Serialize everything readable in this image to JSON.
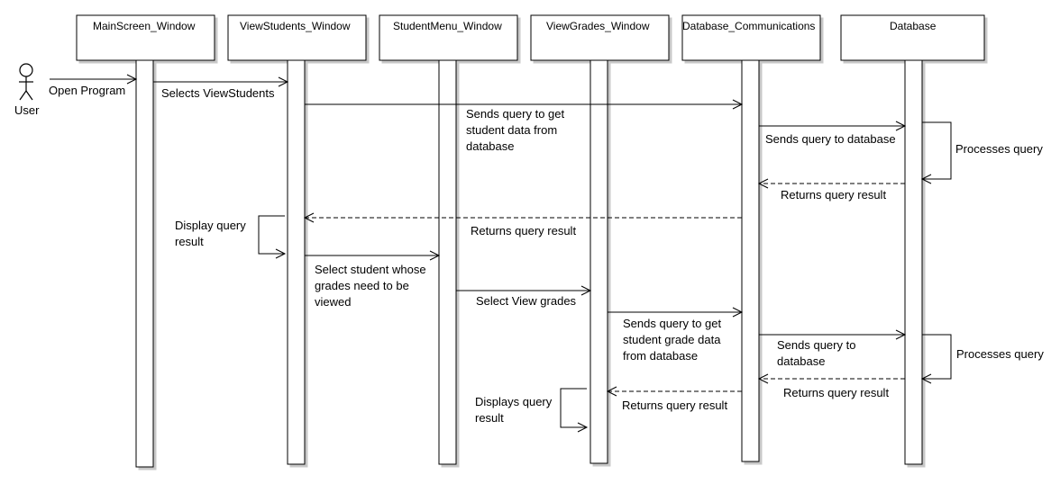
{
  "actor": {
    "name": "User"
  },
  "participants": [
    {
      "id": "main",
      "name": "MainScreen_Window"
    },
    {
      "id": "viewstudents",
      "name": "ViewStudents_Window"
    },
    {
      "id": "studentmenu",
      "name": "StudentMenu_Window"
    },
    {
      "id": "viewgrades",
      "name": "ViewGrades_Window"
    },
    {
      "id": "dbcomm",
      "name": "Database_Communications"
    },
    {
      "id": "db",
      "name": "Database"
    }
  ],
  "messages": [
    {
      "id": "m1",
      "from": "user",
      "to": "main",
      "kind": "sync",
      "text": [
        "Open Program"
      ]
    },
    {
      "id": "m2",
      "from": "main",
      "to": "viewstudents",
      "kind": "sync",
      "text": [
        "Selects ViewStudents"
      ]
    },
    {
      "id": "m3",
      "from": "viewstudents",
      "to": "dbcomm",
      "kind": "sync",
      "text": [
        "Sends query to get",
        "student data from",
        "database"
      ]
    },
    {
      "id": "m4",
      "from": "dbcomm",
      "to": "db",
      "kind": "sync",
      "text": [
        "Sends query to database"
      ]
    },
    {
      "id": "m5",
      "from": "db",
      "to": "db",
      "kind": "self",
      "text": [
        "Processes query"
      ]
    },
    {
      "id": "m6",
      "from": "db",
      "to": "dbcomm",
      "kind": "return",
      "text": [
        "Returns query result"
      ]
    },
    {
      "id": "m7",
      "from": "dbcomm",
      "to": "viewstudents",
      "kind": "return",
      "text": [
        "Returns query result"
      ]
    },
    {
      "id": "m8",
      "from": "viewstudents",
      "to": "viewstudents",
      "kind": "self",
      "text": [
        "Display query",
        "result"
      ]
    },
    {
      "id": "m9",
      "from": "viewstudents",
      "to": "studentmenu",
      "kind": "sync",
      "text": [
        "Select student whose",
        "grades need to be",
        "viewed"
      ]
    },
    {
      "id": "m10",
      "from": "studentmenu",
      "to": "viewgrades",
      "kind": "sync",
      "text": [
        "Select View grades"
      ]
    },
    {
      "id": "m11",
      "from": "viewgrades",
      "to": "dbcomm",
      "kind": "sync",
      "text": [
        "Sends query to get",
        "student grade data",
        "from database"
      ]
    },
    {
      "id": "m12",
      "from": "dbcomm",
      "to": "db",
      "kind": "sync",
      "text": [
        "Sends query to",
        "database"
      ]
    },
    {
      "id": "m13",
      "from": "db",
      "to": "db",
      "kind": "self",
      "text": [
        "Processes query"
      ]
    },
    {
      "id": "m14",
      "from": "db",
      "to": "dbcomm",
      "kind": "return",
      "text": [
        "Returns query result"
      ]
    },
    {
      "id": "m15",
      "from": "dbcomm",
      "to": "viewgrades",
      "kind": "return",
      "text": [
        "Returns query result"
      ]
    },
    {
      "id": "m16",
      "from": "viewgrades",
      "to": "viewgrades",
      "kind": "self",
      "text": [
        "Displays query",
        "result"
      ]
    }
  ]
}
